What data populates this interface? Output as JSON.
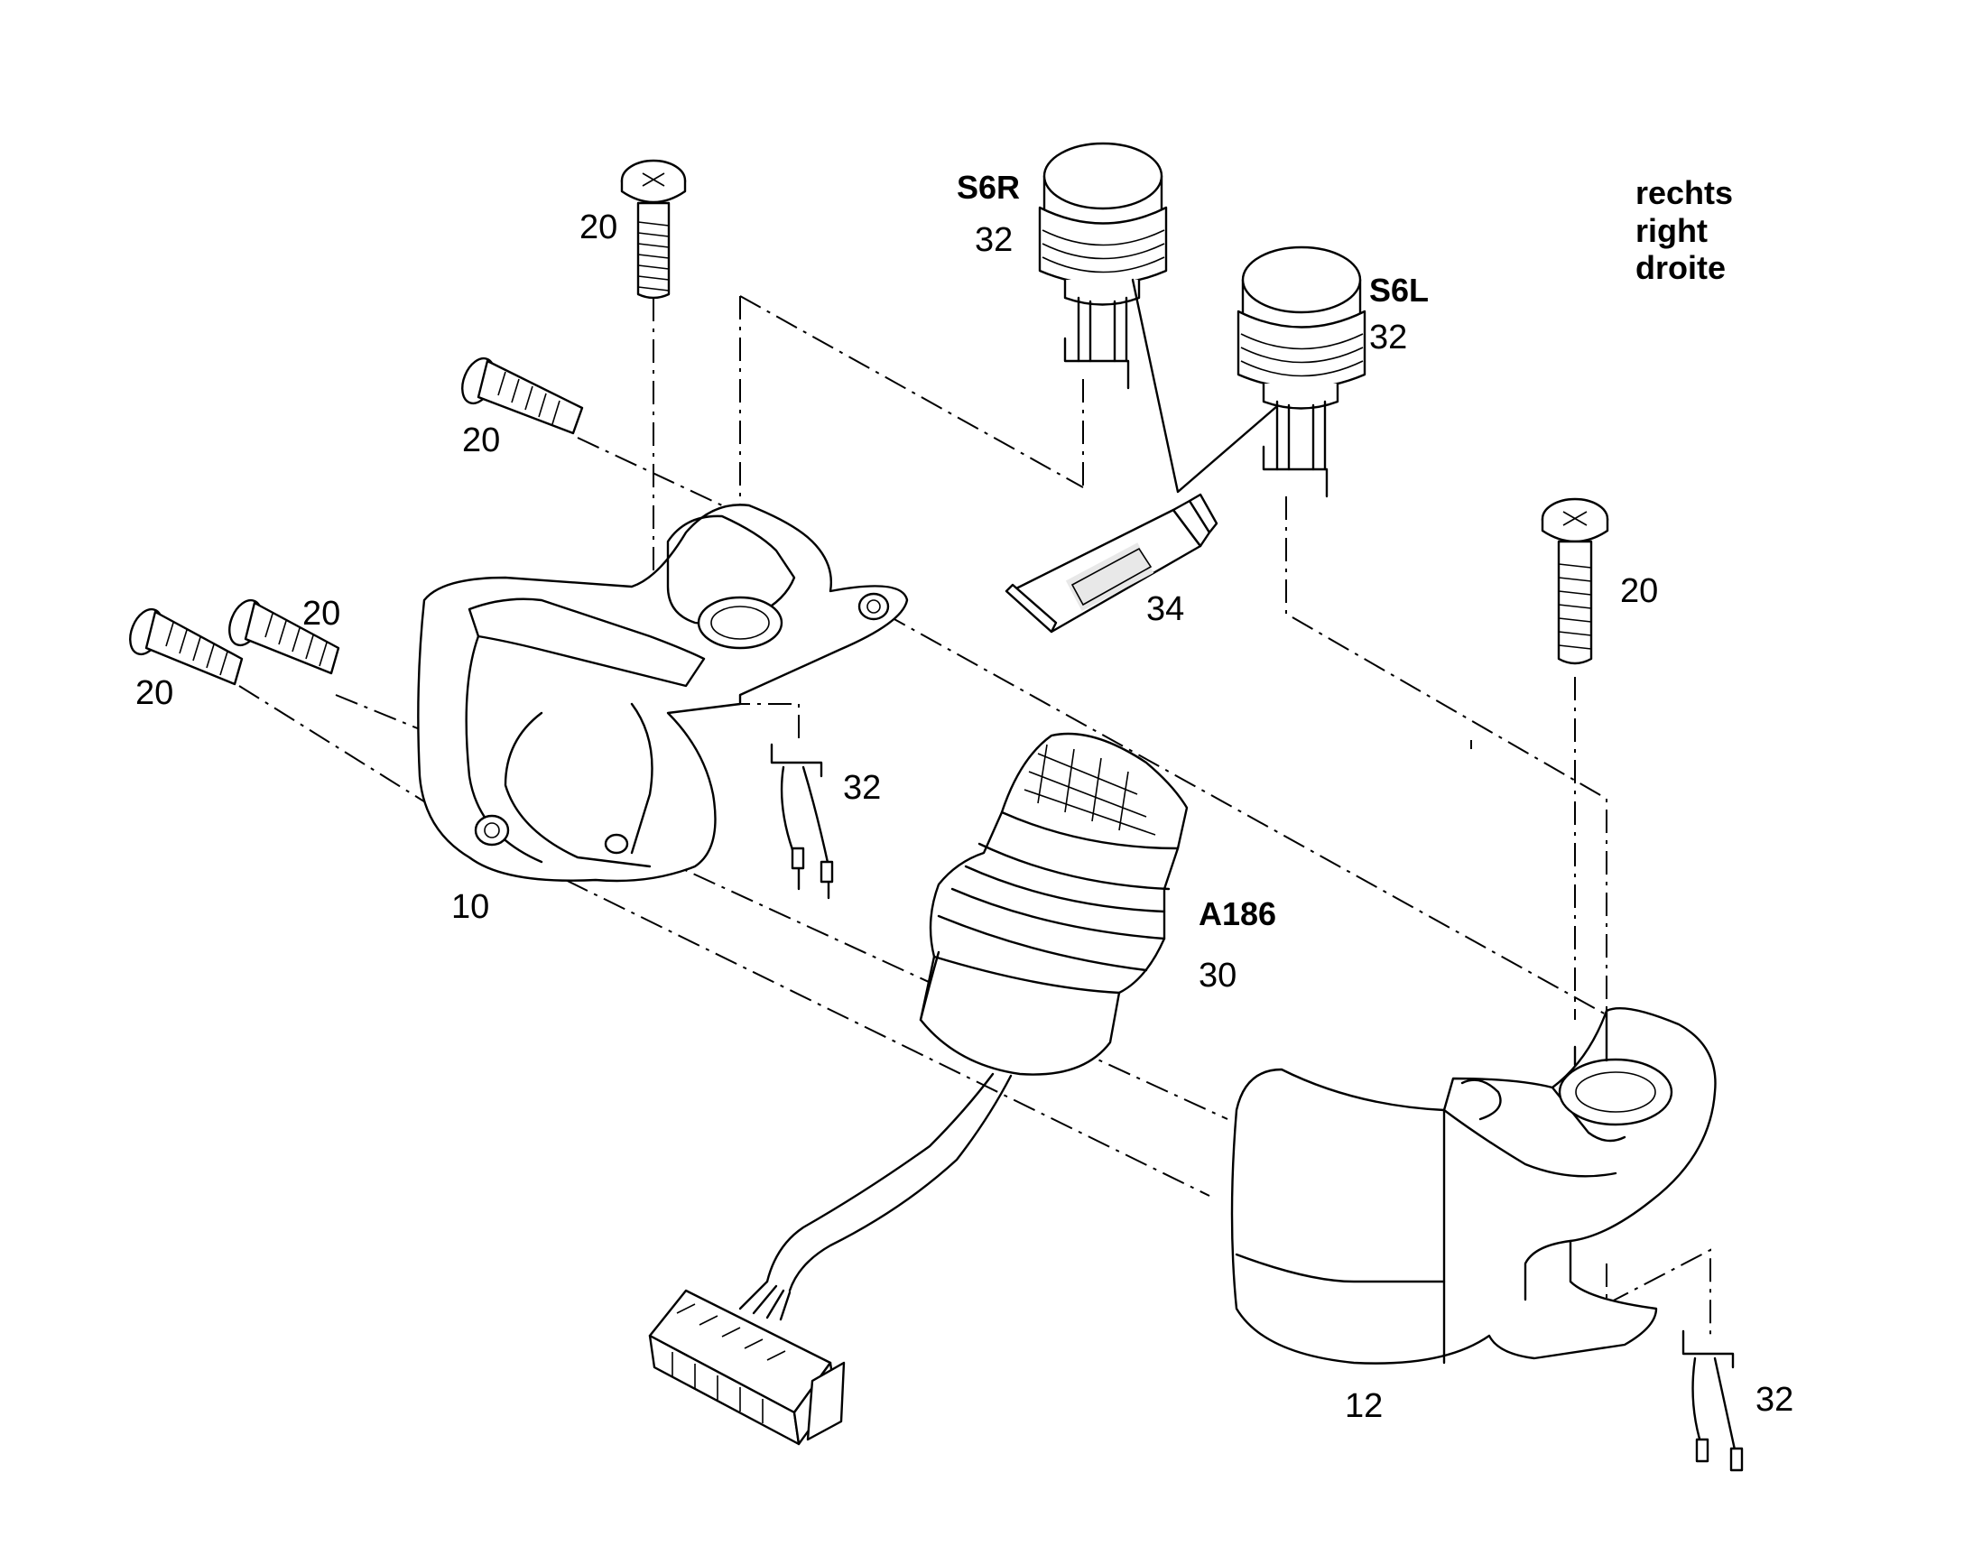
{
  "labels": {
    "screw_top_left": "20",
    "screw_left_upper": "20",
    "screw_left_pair_a": "20",
    "screw_left_pair_b": "20",
    "screw_right": "20",
    "switch_s6r_id": "S6R",
    "switch_s6r_num": "32",
    "switch_s6l_id": "S6L",
    "switch_s6l_num": "32",
    "wires_mid_num": "32",
    "wires_right_num": "32",
    "grease_tube": "34",
    "housing_left": "10",
    "housing_right": "12",
    "joystick_id": "A186",
    "joystick_num": "30"
  },
  "side_note": [
    "rechts",
    "right",
    "droite"
  ]
}
